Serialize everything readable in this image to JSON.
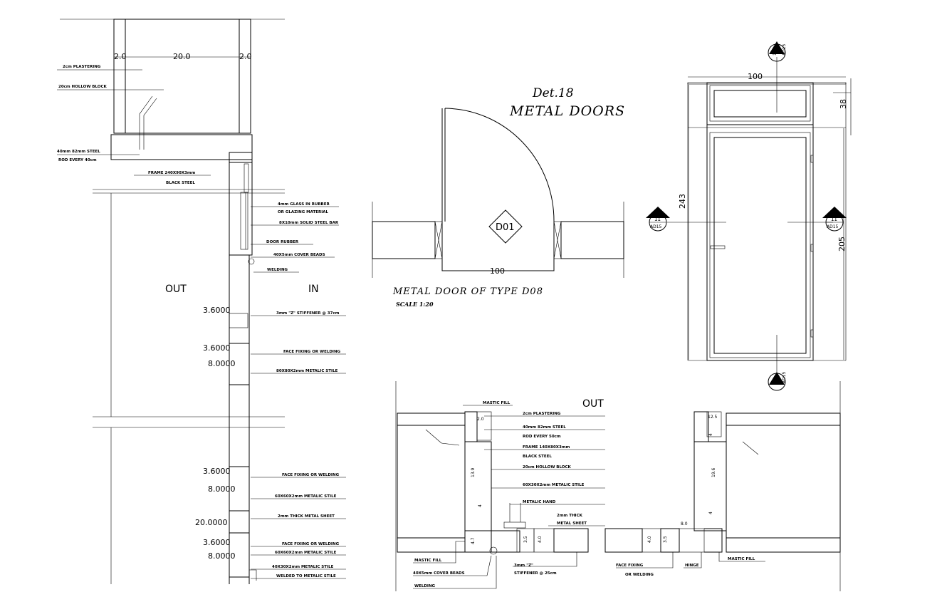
{
  "title": {
    "line1": "Det.18",
    "line2": "METAL DOORS"
  },
  "plan": {
    "tag": "D01",
    "width_dim": "100",
    "caption": "METAL DOOR OF TYPE D08",
    "scale": "SCALE 1:20"
  },
  "elevation": {
    "width_dim": "100",
    "top_height": "38",
    "total_height": "243",
    "door_height": "205",
    "marker_top": {
      "num": "12",
      "ref": "AD15"
    },
    "marker_bottom": {
      "num": "12",
      "ref": "AD15"
    },
    "marker_left": {
      "num": "11",
      "ref": "AD15"
    },
    "marker_right": {
      "num": "11",
      "ref": "AD15"
    }
  },
  "vsection": {
    "wall_dims": {
      "left": "2.0",
      "mid": "20.0",
      "right": "2.0"
    },
    "out_label": "OUT",
    "in_label": "IN",
    "labels": [
      "2cm PLASTERING",
      "20cm HOLLOW BLOCK",
      "40mm 82mm STEEL",
      "ROD EVERY 40cm",
      "FRAME 240X90X3mm",
      "BLACK STEEL",
      "4mm GLASS IN RUBBER",
      "OR GLAZING MATERIAL",
      "8X10mm SOLID STEEL BAR",
      "DOOR RUBBER",
      "40X5mm COVER BEADS",
      "WELDING",
      "3mm \"Z\" STIFFENER @ 37cm",
      "FACE FIXING OR WELDING",
      "80X80X2mm METALIC STILE",
      "FACE FIXING OR WELDING",
      "60X60X2mm METALIC STILE",
      "2mm THICK METAL SHEET",
      "FACE FIXING OR WELDING",
      "60X60X2mm METALIC STILE",
      "40X30X2mm METALIC STILE",
      "WELDED TO METALIC STILE"
    ],
    "dims": [
      "3.6000",
      "3.6000",
      "8.0000",
      "3.6000",
      "8.0000",
      "20.0000",
      "3.6000",
      "8.0000"
    ]
  },
  "hsection": {
    "out_label": "OUT",
    "labels": [
      "MASTIC FILL",
      "2cm PLASTERING",
      "40mm 82mm STEEL",
      "ROD EVERY 50cm",
      "FRAME 140X80X3mm",
      "BLACK STEEL",
      "20cm HOLLOW BLOCK",
      "60X30X2mm METALIC STILE",
      "METALIC HAND",
      "2mm THICK",
      "METAL SHEET",
      "MASTIC FILL",
      "40X5mm COVER BEADS",
      "WELDING",
      "3mm \"Z\"",
      "STIFFENER @ 25cm",
      "FACE FIXING",
      "OR WELDING",
      "HINGE",
      "MASTIC FILL"
    ],
    "dims": [
      "2.0",
      "13.9",
      "4",
      "4.7",
      "3.5",
      "4.0",
      "4.0",
      "3.5",
      "8.0",
      "19.6",
      "4",
      "12.5",
      "4"
    ]
  }
}
